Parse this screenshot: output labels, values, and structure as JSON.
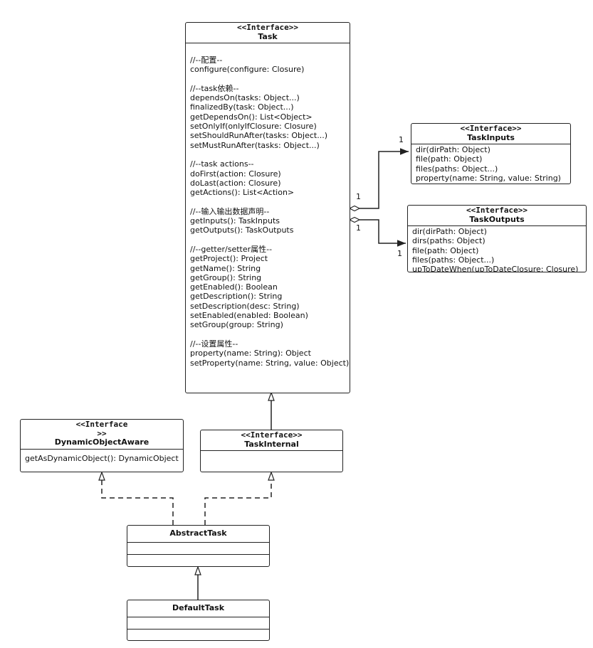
{
  "task": {
    "stereotype": "<<Interface>>",
    "name": "Task",
    "groups": [
      [
        "//--配置--",
        "configure(configure: Closure)"
      ],
      [
        "//--task依赖--",
        "dependsOn(tasks: Object...)",
        "finalizedBy(task: Object...)",
        "getDependsOn(): List<Object>",
        "setOnlyIf(onlyIfClosure: Closure)",
        "setShouldRunAfter(tasks: Object...)",
        "setMustRunAfter(tasks: Object...)"
      ],
      [
        "//--task actions--",
        "doFirst(action: Closure)",
        "doLast(action: Closure)",
        "getActions(): List<Action>"
      ],
      [
        "//--输入输出数据声明--",
        "getInputs(): TaskInputs",
        "getOutputs(): TaskOutputs"
      ],
      [
        "//--getter/setter属性--",
        "getProject(): Project",
        "getName(): String",
        "getGroup(): String",
        "getEnabled(): Boolean",
        "getDescription(): String",
        "setDescription(desc: String)",
        "setEnabled(enabled: Boolean)",
        "setGroup(group: String)"
      ],
      [
        "//--设置属性--",
        "property(name: String): Object",
        "setProperty(name: String, value: Object)"
      ]
    ]
  },
  "task_inputs": {
    "stereotype": "<<Interface>>",
    "name": "TaskInputs",
    "members": [
      "dir(dirPath: Object)",
      "file(path: Object)",
      "files(paths: Object...)",
      "property(name: String, value: String)"
    ]
  },
  "task_outputs": {
    "stereotype": "<<Interface>>",
    "name": "TaskOutputs",
    "members": [
      "dir(dirPath: Object)",
      "dirs(paths: Object)",
      "file(path: Object)",
      "files(paths: Object...)",
      "upToDateWhen(upToDateClosure: Closure)"
    ]
  },
  "dynamic_object_aware": {
    "stereotype_line1": "<<Interface",
    "stereotype_line2": ">>",
    "name": "DynamicObjectAware",
    "members": [
      "getAsDynamicObject(): DynamicObject"
    ]
  },
  "task_internal": {
    "stereotype": "<<Interface>>",
    "name": "TaskInternal"
  },
  "abstract_task": {
    "name": "AbstractTask"
  },
  "default_task": {
    "name": "DefaultTask"
  },
  "multiplicities": {
    "inputs_source": "1",
    "inputs_target": "1",
    "outputs_source": "1",
    "outputs_target": "1"
  }
}
